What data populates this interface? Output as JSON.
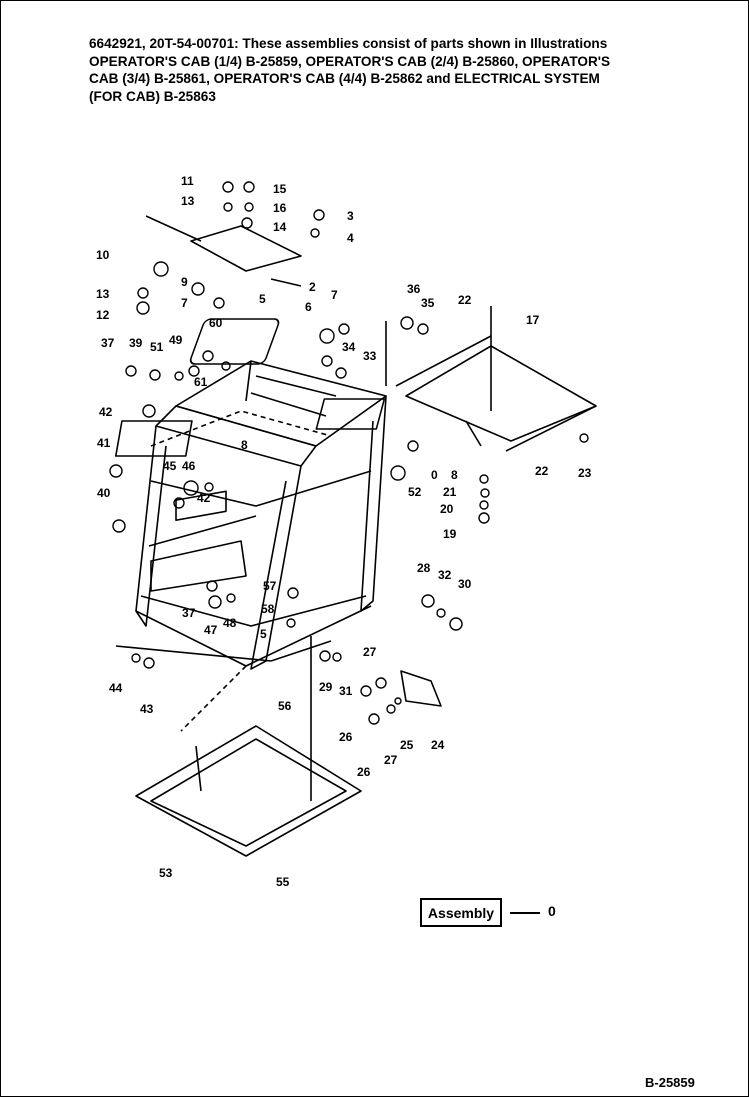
{
  "header": {
    "lines": [
      "6642921, 20T-54-00701: These assemblies consist of parts shown in Illustrations",
      "OPERATOR'S CAB (1/4) B-25859, OPERATOR'S CAB (2/4) B-25860, OPERATOR'S",
      "CAB (3/4) B-25861, OPERATOR'S CAB (4/4) B-25862 and ELECTRICAL SYSTEM",
      "(FOR CAB) B-25863"
    ]
  },
  "callouts": [
    "11",
    "15",
    "13",
    "16",
    "14",
    "3",
    "4",
    "10",
    "2",
    "9",
    "13",
    "7",
    "5",
    "12",
    "6",
    "7",
    "36",
    "35",
    "22",
    "17",
    "60",
    "37",
    "39",
    "51",
    "49",
    "34",
    "33",
    "61",
    "42",
    "8",
    "41",
    "45",
    "46",
    "42",
    "40",
    "0",
    "8",
    "52",
    "21",
    "20",
    "19",
    "28",
    "32",
    "30",
    "37",
    "57",
    "47",
    "48",
    "58",
    "5",
    "27",
    "29",
    "31",
    "26",
    "25",
    "24",
    "27",
    "44",
    "43",
    "56",
    "26",
    "53",
    "55",
    "22",
    "23"
  ],
  "assembly": {
    "label": "Assembly",
    "value": "0"
  },
  "figure_number": "B-25859"
}
